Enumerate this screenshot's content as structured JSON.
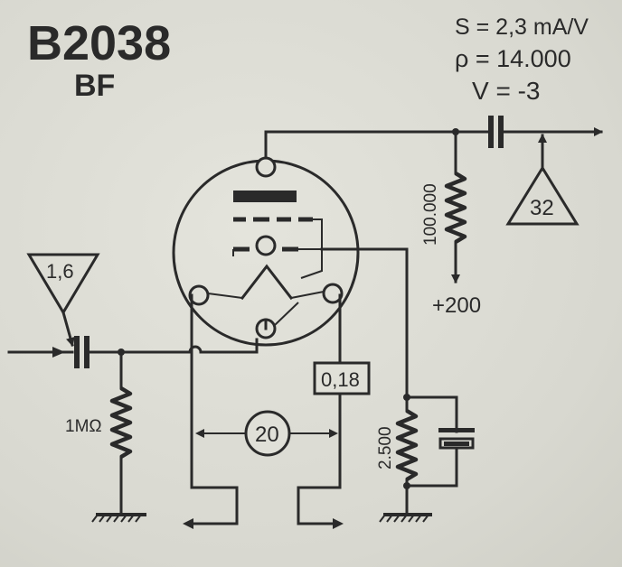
{
  "header": {
    "tube_code": "B2038",
    "tube_function": "BF"
  },
  "specs": {
    "transconductance": "S = 2,3 mA/V",
    "plate_resistance": "ρ = 14.000",
    "grid_bias": "V = -3"
  },
  "components": {
    "input_gain": "1,6",
    "output_gain": "32",
    "plate_resistor": "100.000",
    "supply_voltage": "+200",
    "grid_resistor": "1MΩ",
    "cathode_resistor": "2.500",
    "heater_current": "0,18",
    "heater_voltage": "20"
  }
}
